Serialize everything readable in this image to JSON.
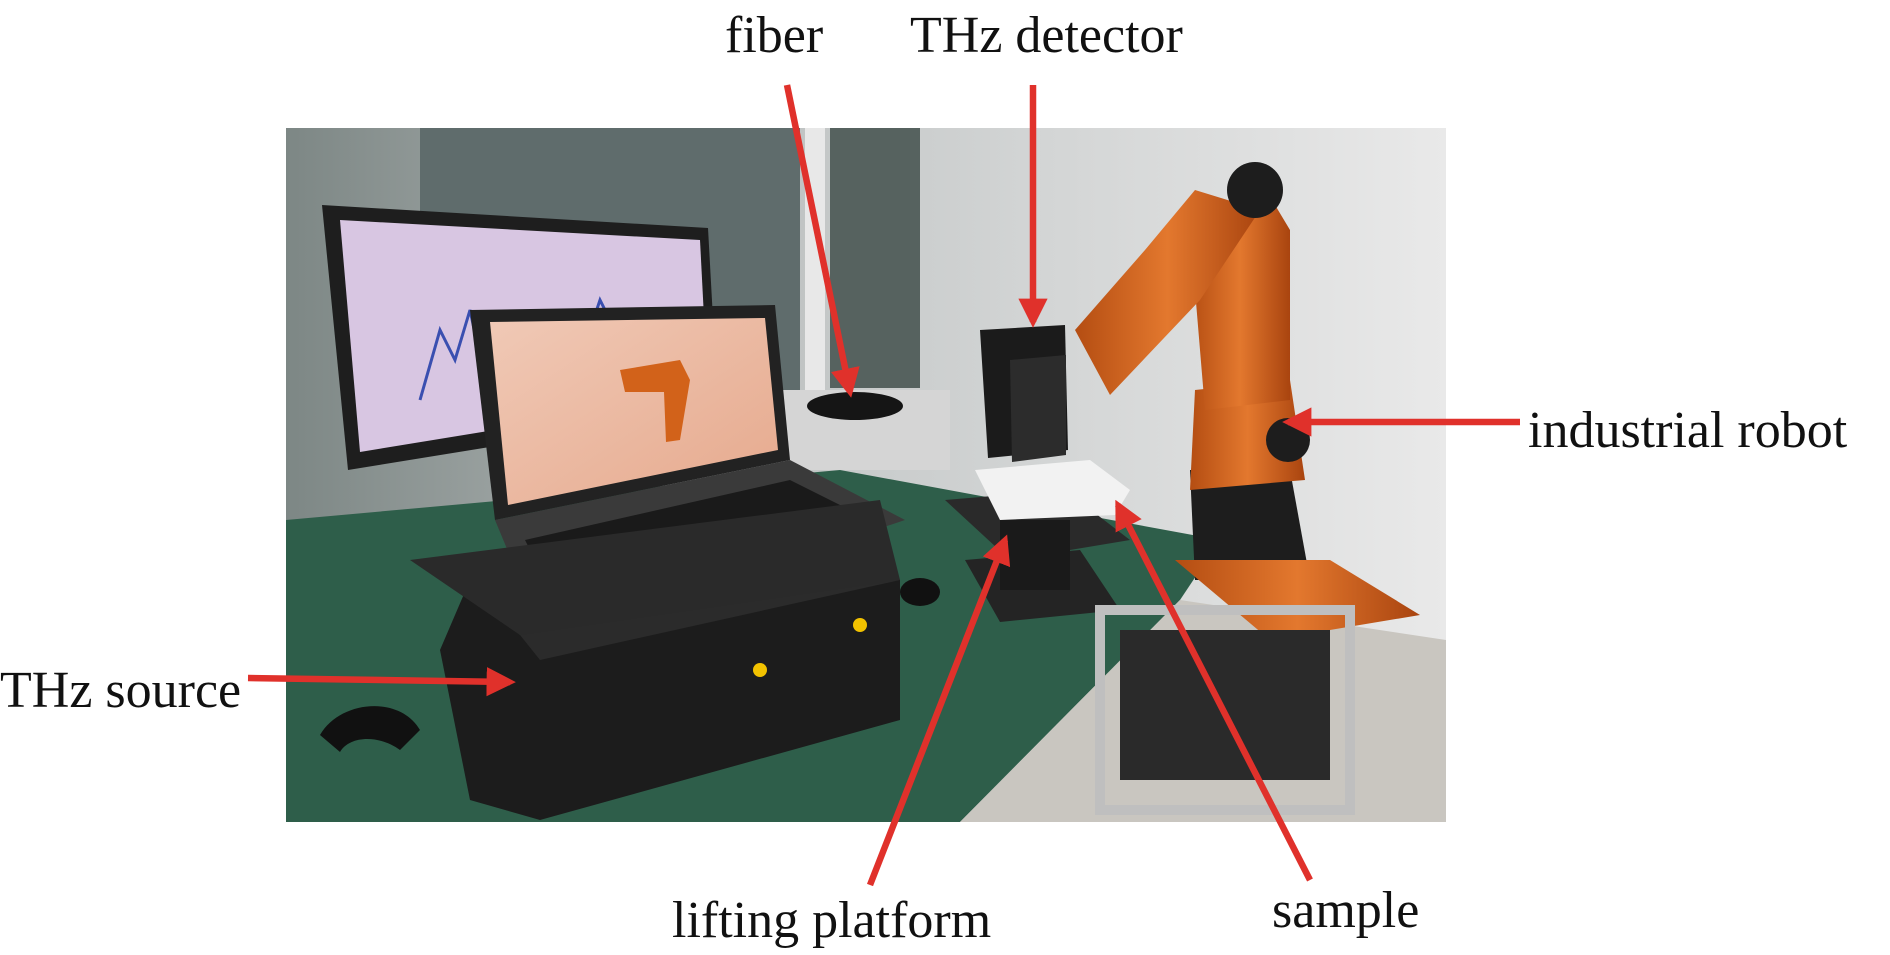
{
  "labels": {
    "fiber": "fiber",
    "detector": "THz detector",
    "robot": "industrial robot",
    "source": "THz source",
    "platform": "lifting platform",
    "sample": "sample"
  },
  "colors": {
    "arrow": "#e0312b",
    "robot": "#d2621a",
    "table": "#2e5e4a",
    "wall": "#dcdcdc",
    "device": "#1c1c1c"
  }
}
